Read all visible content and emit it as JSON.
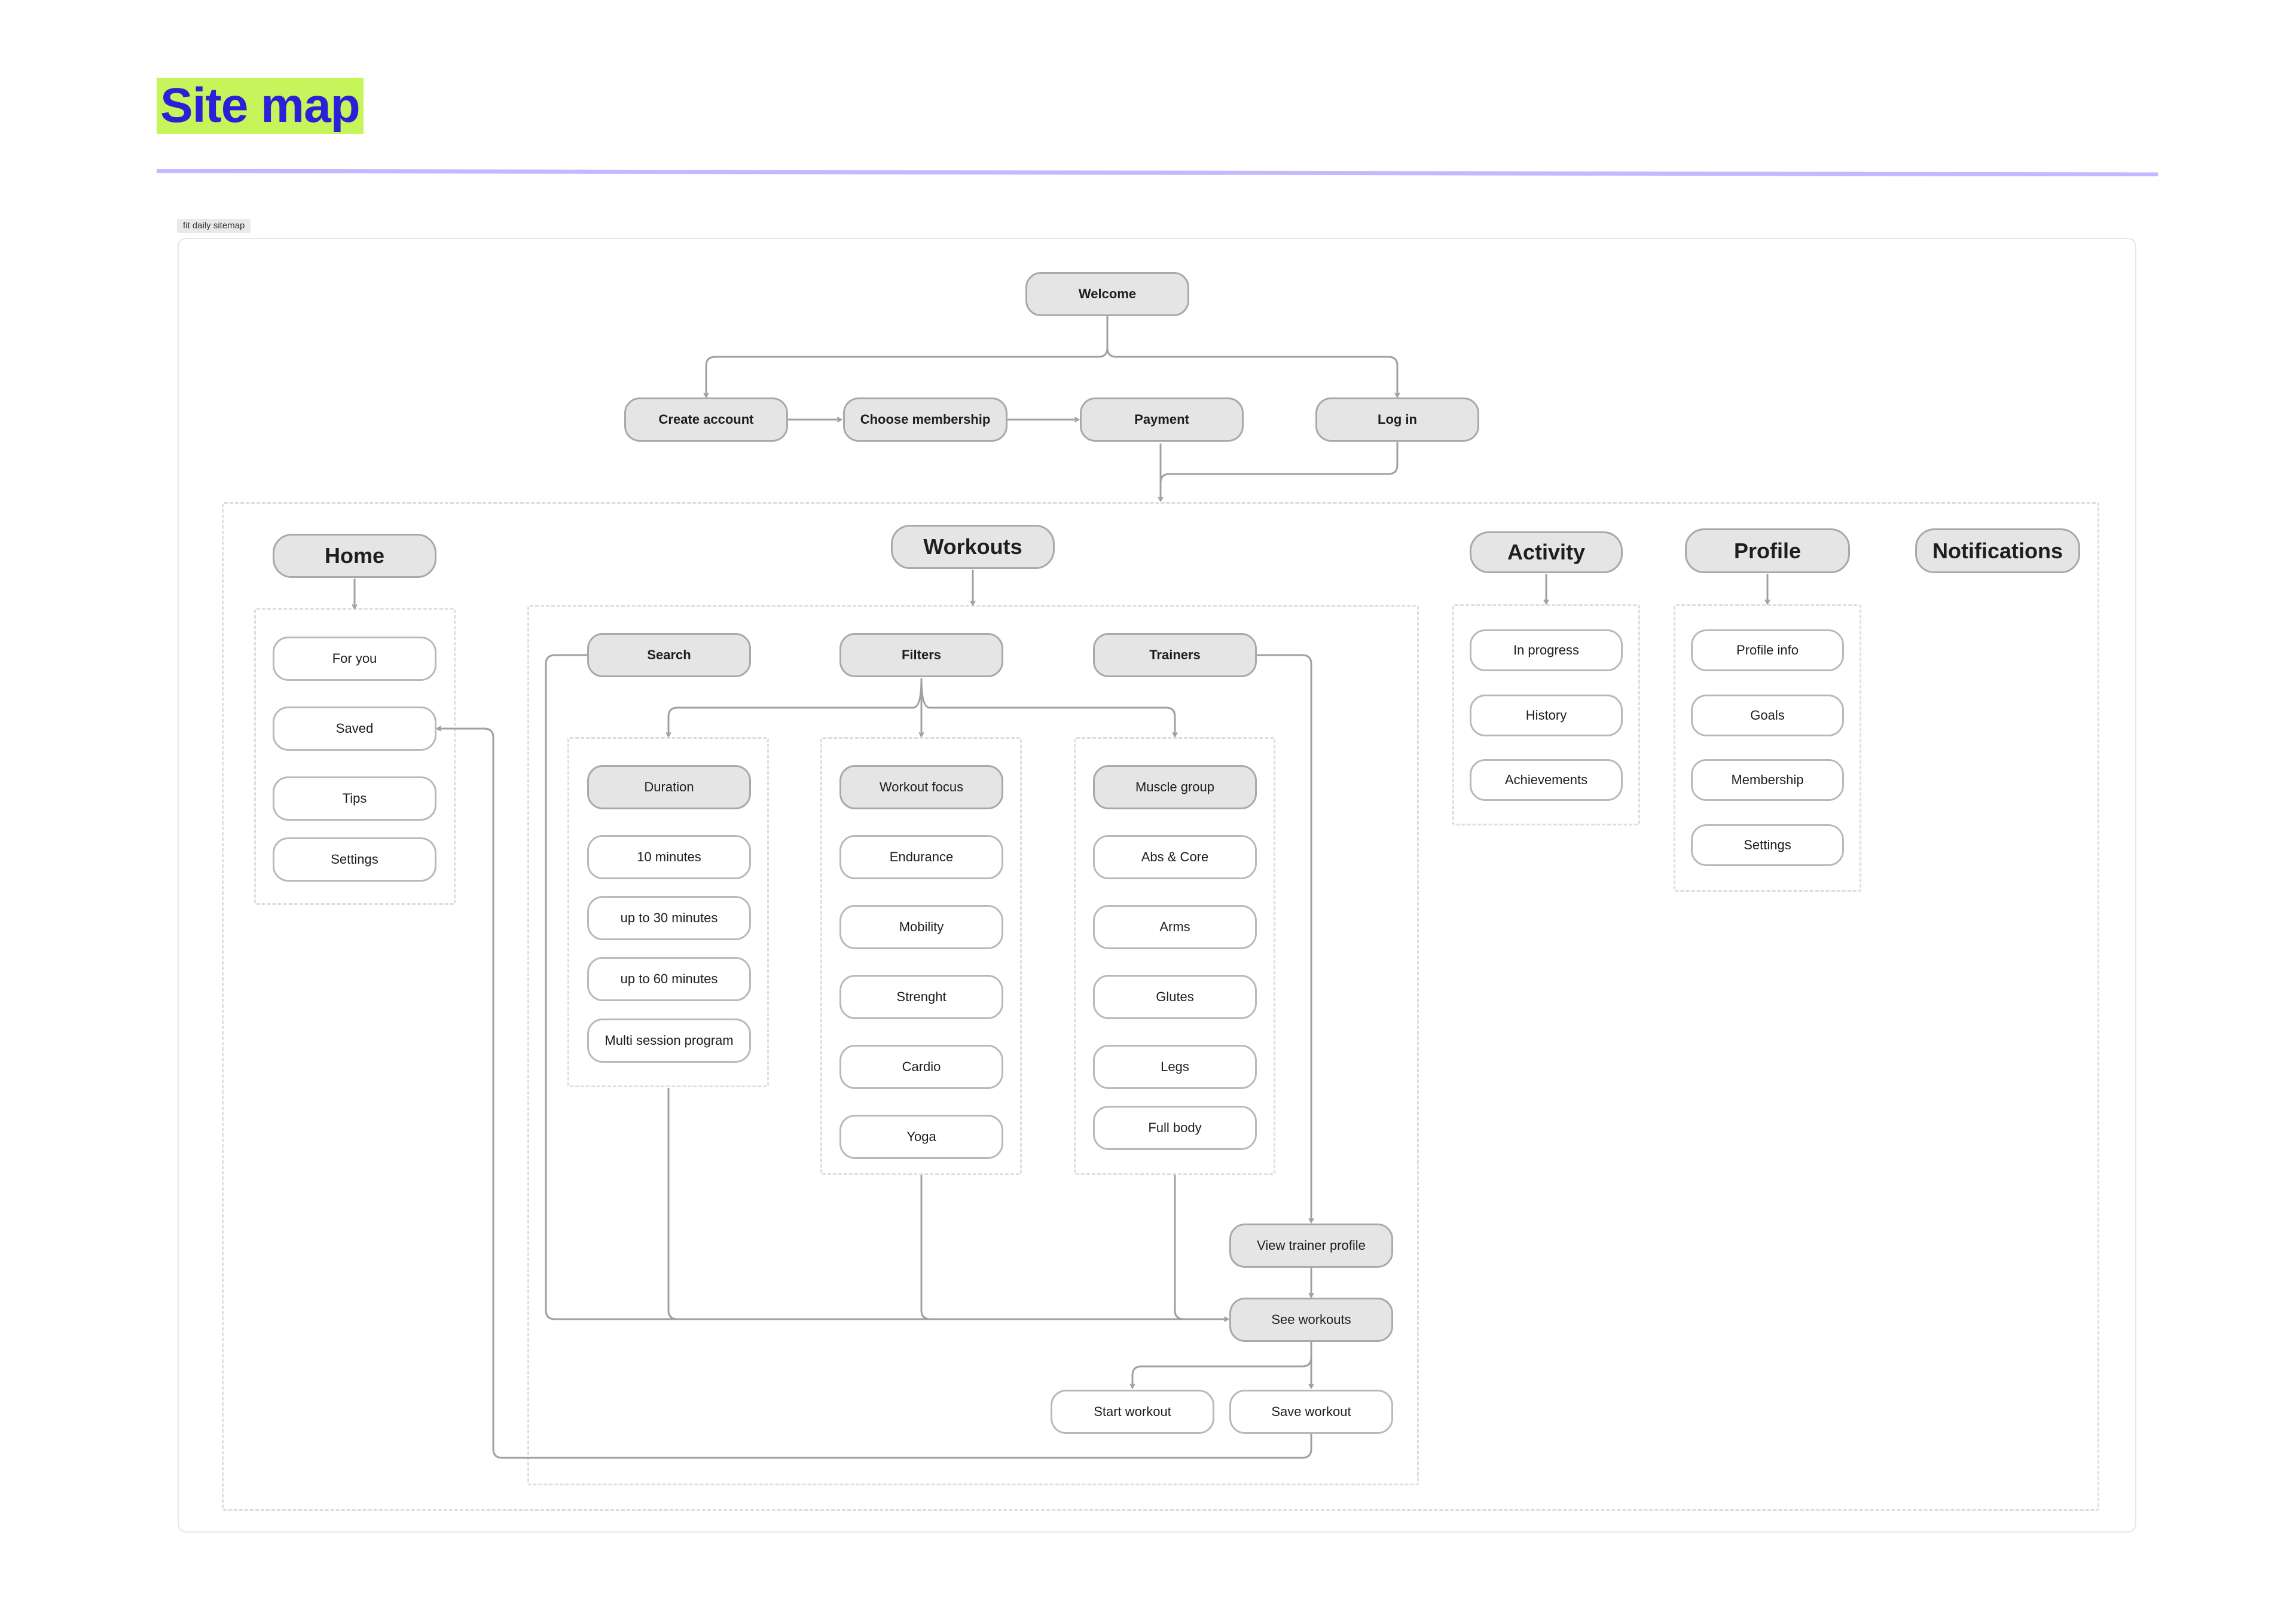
{
  "header": {
    "title": "Site map",
    "accent": "#c5f55a",
    "title_color": "#2b1fd8",
    "divider_color": "#c6b8ff"
  },
  "frame_label": "fit daily sitemap",
  "onboarding": {
    "welcome": "Welcome",
    "create_account": "Create account",
    "choose_membership": "Choose membership",
    "payment": "Payment",
    "log_in": "Log in"
  },
  "sections": {
    "home": {
      "title": "Home",
      "items": [
        "For you",
        "Saved",
        "Tips",
        "Settings"
      ]
    },
    "workouts": {
      "title": "Workouts",
      "search": "Search",
      "filters": "Filters",
      "trainers": "Trainers",
      "duration": {
        "title": "Duration",
        "items": [
          "10 minutes",
          "up to 30 minutes",
          "up to 60 minutes",
          "Multi session program"
        ]
      },
      "focus": {
        "title": "Workout focus",
        "items": [
          "Endurance",
          "Mobility",
          "Strenght",
          "Cardio",
          "Yoga"
        ]
      },
      "muscle": {
        "title": "Muscle group",
        "items": [
          "Abs & Core",
          "Arms",
          "Glutes",
          "Legs",
          "Full body"
        ]
      },
      "view_trainer_profile": "View trainer profile",
      "see_workouts": "See workouts",
      "start_workout": "Start workout",
      "save_workout": "Save workout"
    },
    "activity": {
      "title": "Activity",
      "items": [
        "In progress",
        "History",
        "Achievements"
      ]
    },
    "profile": {
      "title": "Profile",
      "items": [
        "Profile info",
        "Goals",
        "Membership",
        "Settings"
      ]
    },
    "notifications": {
      "title": "Notifications"
    }
  }
}
